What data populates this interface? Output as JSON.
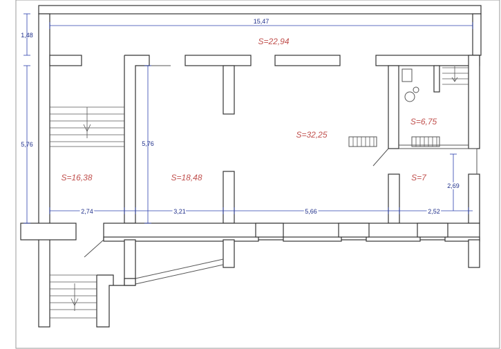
{
  "areas": {
    "top": "S=22,94",
    "central": "S=32,25",
    "wc": "S=6,75",
    "left": "S=16,38",
    "middle": "S=18,48",
    "right_small": "S=7"
  },
  "dimensions": {
    "overall_width": "15,47",
    "top_offset": "1,48",
    "left_height": "5,76",
    "middle_height": "5,76",
    "bay_1": "2,74",
    "bay_2": "3,21",
    "bay_3": "5,66",
    "bay_4": "2,52",
    "right_height": "2,69"
  },
  "colors": {
    "dimension": "#2a3fae",
    "area_label": "#c0504d",
    "wall": "#333333"
  }
}
